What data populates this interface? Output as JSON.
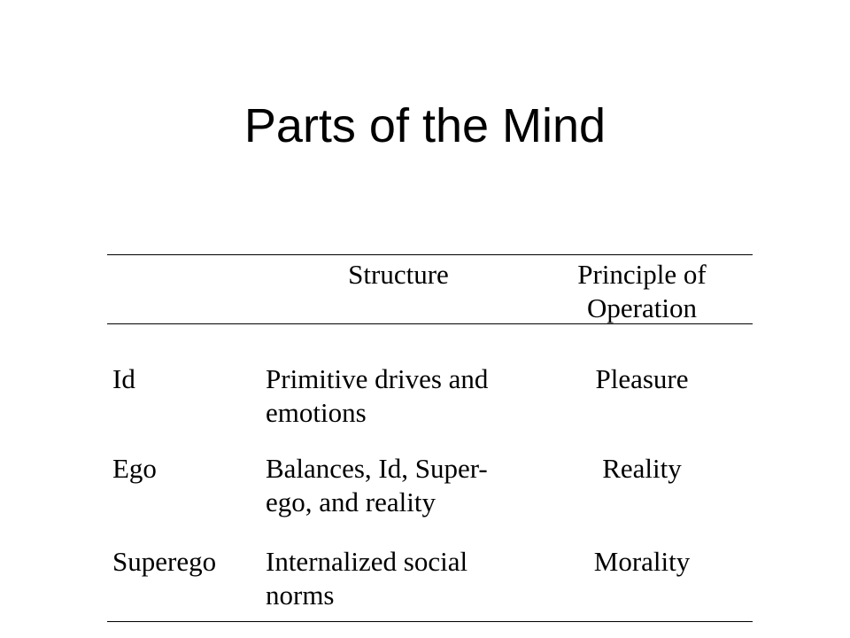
{
  "slide": {
    "title": "Parts of the Mind"
  },
  "table": {
    "headers": {
      "label": "",
      "structure": "Structure",
      "principle_line1": "Principle of",
      "principle_line2": "Operation"
    },
    "rows": [
      {
        "part": "Id",
        "structure_line1": "Primitive drives and",
        "structure_line2": "emotions",
        "principle": "Pleasure"
      },
      {
        "part": "Ego",
        "structure_line1": "Balances, Id, Super-",
        "structure_line2": "ego, and reality",
        "principle": "Reality"
      },
      {
        "part": "Superego",
        "structure_line1": "Internalized social",
        "structure_line2": "norms",
        "principle": "Morality"
      }
    ]
  }
}
